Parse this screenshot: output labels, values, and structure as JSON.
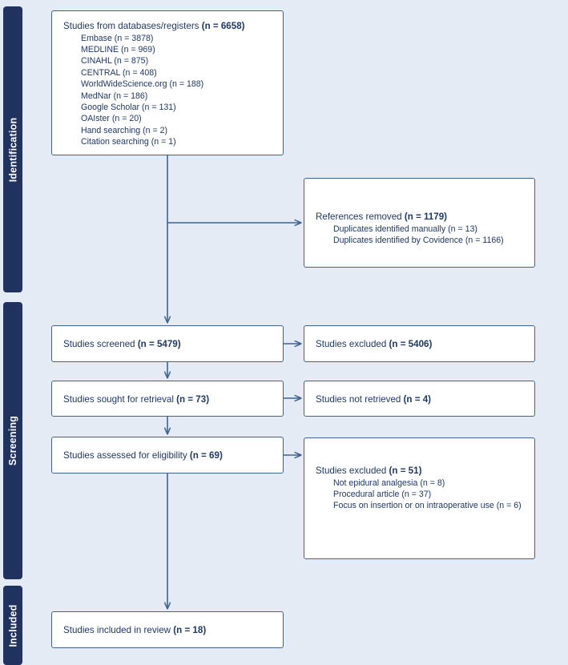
{
  "diagram": {
    "type": "prisma-flow-diagram",
    "background_color": "#e4ebf4",
    "box_border_color": "#41618e",
    "text_color": "#1f3864",
    "phase_bar_color": "#1f3260"
  },
  "phases": [
    {
      "id": "identification",
      "label": "Identification"
    },
    {
      "id": "screening",
      "label": "Screening"
    },
    {
      "id": "included",
      "label": "Included"
    }
  ],
  "nodes": {
    "databases": {
      "title_text": "Studies from databases/registers ",
      "title_count": "(n = 6658)",
      "sources": [
        "Embase (n = 3878)",
        "MEDLINE (n = 969)",
        "CINAHL (n = 875)",
        "CENTRAL (n = 408)",
        "WorldWideScience.org (n = 188)",
        "MedNar (n = 186)",
        "Google Scholar (n = 131)",
        "OAIster (n = 20)",
        "Hand searching (n = 2)",
        "Citation searching (n = 1)"
      ]
    },
    "removed": {
      "title_text": "References removed ",
      "title_count": "(n = 1179)",
      "reasons": [
        "Duplicates identified manually (n = 13)",
        "Duplicates identified by Covidence (n = 1166)"
      ]
    },
    "screened": {
      "title_text": "Studies screened ",
      "title_count": "(n = 5479)"
    },
    "excluded1": {
      "title_text": "Studies excluded ",
      "title_count": "(n = 5406)"
    },
    "sought": {
      "title_text": "Studies sought for retrieval ",
      "title_count": "(n = 73)"
    },
    "not_retrieved": {
      "title_text": "Studies not retrieved ",
      "title_count": "(n = 4)"
    },
    "eligibility": {
      "title_text": "Studies assessed for eligibility ",
      "title_count": "(n = 69)"
    },
    "excluded2": {
      "title_text": "Studies excluded ",
      "title_count": "(n = 51)",
      "reasons": [
        "Not epidural analgesia (n = 8)",
        "Procedural article (n = 37)",
        "Focus on insertion or on intraoperative use (n = 6)"
      ]
    },
    "included": {
      "title_text": "Studies included in review ",
      "title_count": "(n = 18)"
    }
  },
  "chart_data": {
    "type": "diagram",
    "title": "PRISMA flow diagram",
    "stages": [
      {
        "phase": "Identification",
        "label": "Studies from databases/registers",
        "n": 6658
      },
      {
        "phase": "Identification",
        "label": "References removed",
        "n": 1179
      },
      {
        "phase": "Screening",
        "label": "Studies screened",
        "n": 5479
      },
      {
        "phase": "Screening",
        "label": "Studies excluded",
        "n": 5406
      },
      {
        "phase": "Screening",
        "label": "Studies sought for retrieval",
        "n": 73
      },
      {
        "phase": "Screening",
        "label": "Studies not retrieved",
        "n": 4
      },
      {
        "phase": "Screening",
        "label": "Studies assessed for eligibility",
        "n": 69
      },
      {
        "phase": "Screening",
        "label": "Studies excluded",
        "n": 51
      },
      {
        "phase": "Included",
        "label": "Studies included in review",
        "n": 18
      }
    ]
  }
}
